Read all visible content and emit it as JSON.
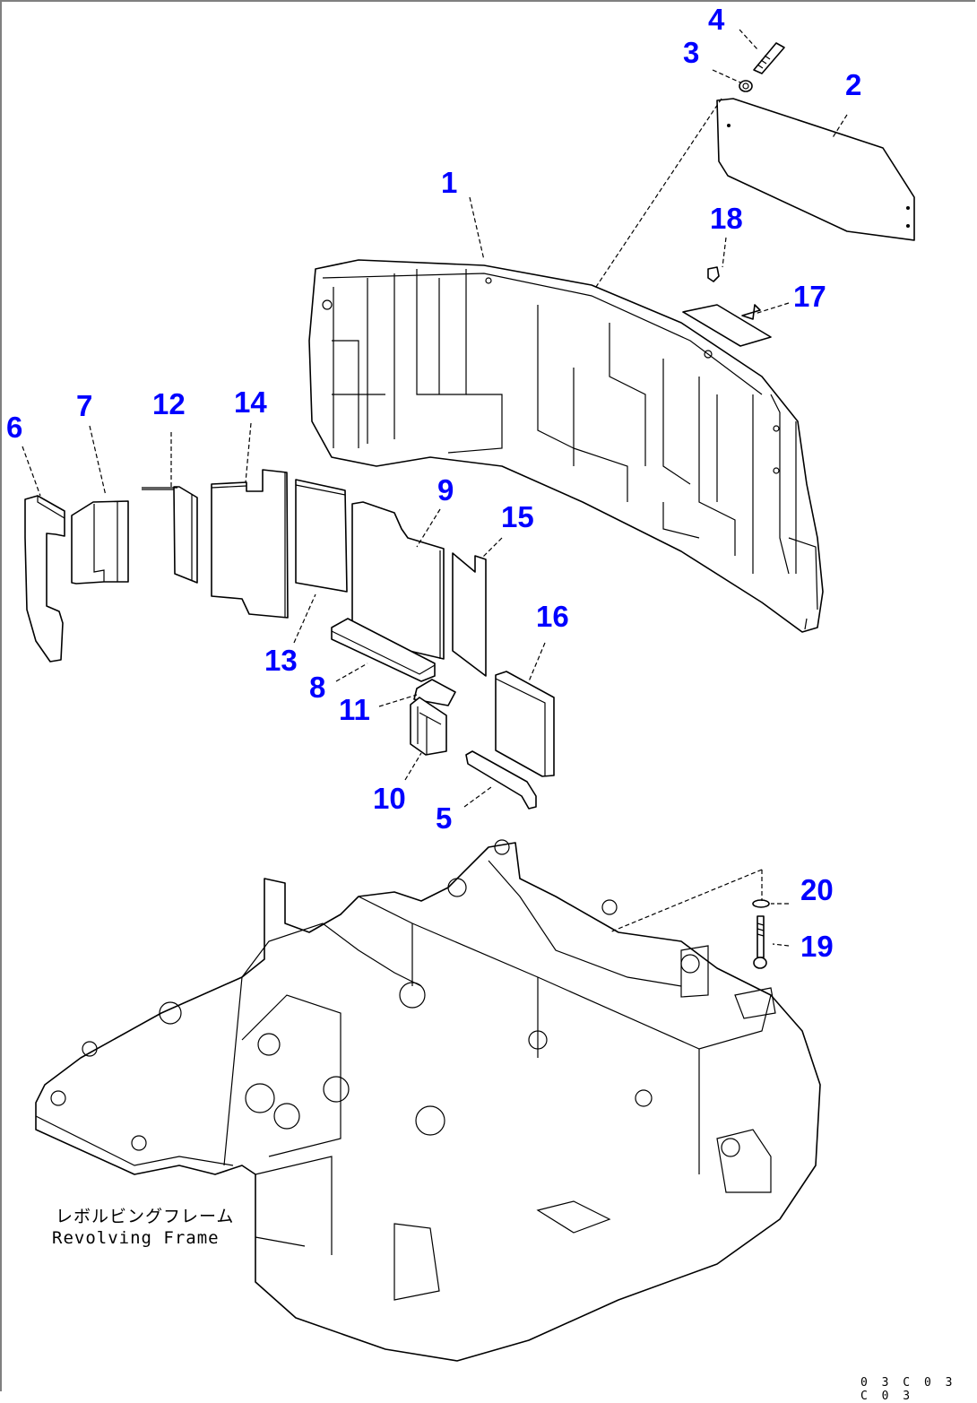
{
  "diagram": {
    "title": "Revolving frame counterweight exploded parts diagram",
    "callouts": [
      {
        "id": "c1",
        "label": "1"
      },
      {
        "id": "c2",
        "label": "2"
      },
      {
        "id": "c3",
        "label": "3"
      },
      {
        "id": "c4",
        "label": "4"
      },
      {
        "id": "c5",
        "label": "5"
      },
      {
        "id": "c6",
        "label": "6"
      },
      {
        "id": "c7",
        "label": "7"
      },
      {
        "id": "c8",
        "label": "8"
      },
      {
        "id": "c9",
        "label": "9"
      },
      {
        "id": "c10",
        "label": "10"
      },
      {
        "id": "c11",
        "label": "11"
      },
      {
        "id": "c12",
        "label": "12"
      },
      {
        "id": "c13",
        "label": "13"
      },
      {
        "id": "c14",
        "label": "14"
      },
      {
        "id": "c15",
        "label": "15"
      },
      {
        "id": "c16",
        "label": "16"
      },
      {
        "id": "c17",
        "label": "17"
      },
      {
        "id": "c18",
        "label": "18"
      },
      {
        "id": "c19",
        "label": "19"
      },
      {
        "id": "c20",
        "label": "20"
      }
    ],
    "frame_caption": {
      "japanese": "レボルビングフレーム",
      "english": "Revolving Frame"
    },
    "figure_code": "0 3 C 0 3 C 0 3",
    "colors": {
      "callout": "#0000ff",
      "line": "#000000",
      "background": "#ffffff",
      "border": "#808080"
    }
  }
}
